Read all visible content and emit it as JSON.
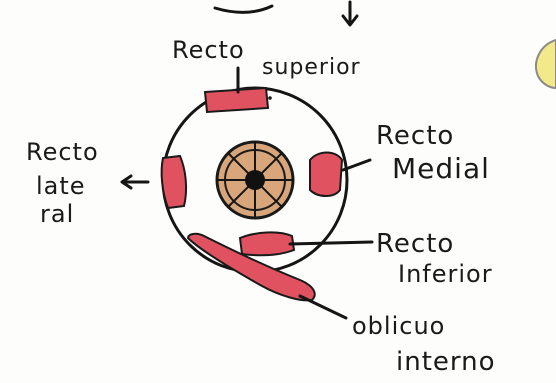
{
  "labels": {
    "superior_line1": "Recto",
    "superior_line2": "superior",
    "medial_line1": "Recto",
    "medial_line2": "Medial",
    "lateral_line1": "Recto",
    "lateral_line2": "late",
    "lateral_line3": "ral",
    "inferior_line1": "Recto",
    "inferior_line2": "Inferior",
    "oblique_line1": "oblicuo",
    "oblique_line2": "interno"
  },
  "colors": {
    "muscle": "#e0525f",
    "iris": "#d9a57a",
    "ink": "#151515",
    "accent_yellow": "#f4e98a"
  }
}
